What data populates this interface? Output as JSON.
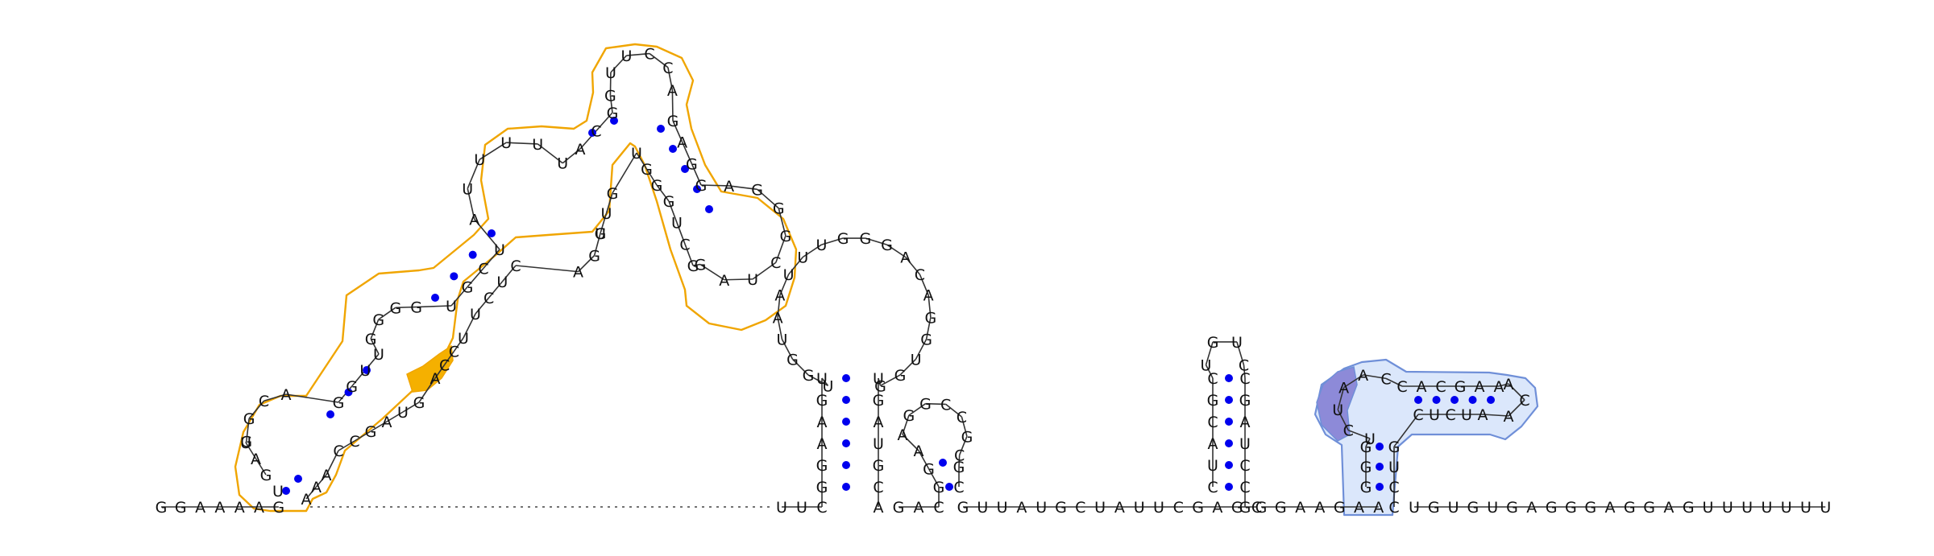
{
  "colors": {
    "base_pair": "#0000ee",
    "domain_orange_outline": "#f0a500",
    "domain_orange_highlight": "#f5b000",
    "domain_blue_outline": "#6f8fd8",
    "domain_blue_fill": "#dbe7fb",
    "domain_blue_highlight": "#8d8ad8",
    "backbone": "#333333",
    "letters": "#111111"
  },
  "sequence": {
    "five_prime_tail": "GGAAAAG",
    "left_helix_5p_lead": "U",
    "domain1_5p": "GAUGGCAGGUUGGGGUGCUAUUUUUACGGUUCCAGAGGAGGGCUAGGCUGGGUGUUGGACUCUUCCAGUAGCCAAAAGGGUAUCACGACACUGGACGUGCCCACCAC",
    "hairpin1": "UUCGGAAGUUGGUAAUUUGGGACAGGUGGUGAUGCAAACC",
    "hairpin2": "GACGGAAGGCCGCGC",
    "linker": "GUUAUGCUAUUCGAGC",
    "hairpin3": "CUACGCUGUCCGAUCCG",
    "spacer": "GGAAGAA",
    "domain2": "GGGUCUAACCACGAAACAAUCUCGUCCCCU",
    "three_prime_tail": "UGUGUGAGGGAGGAGUUUUUUU"
  },
  "regions": {
    "five_prime_tail": "GGAAAAG",
    "spacer": "GGAAGAA",
    "three_prime_tail": "UGUGUGAGGGAGGAGUUUUUUU"
  },
  "domains": [
    {
      "name": "",
      "color": "#f0a500"
    },
    {
      "name": "",
      "color": "#6f8fd8"
    }
  ]
}
